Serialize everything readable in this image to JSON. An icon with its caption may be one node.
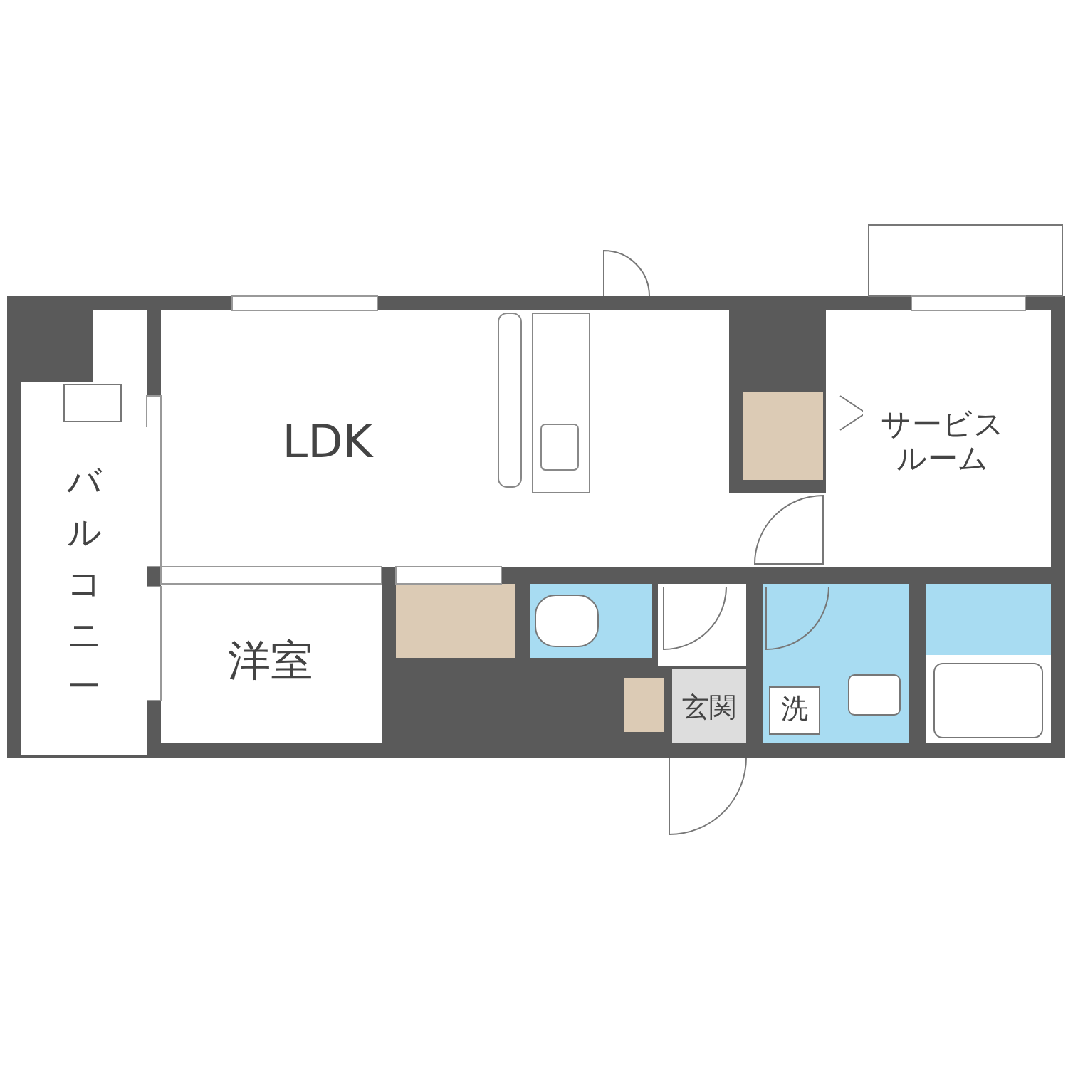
{
  "diagram": {
    "nodes": [
      {
        "text": [
          "バルコニー"
        ]
      },
      {
        "text": [
          "LDK"
        ]
      },
      {
        "text": [
          "サービスルーム"
        ]
      },
      {
        "text": [
          "洋室"
        ]
      },
      {
        "text": [
          "玄関"
        ]
      },
      {
        "text": [
          "洗"
        ]
      }
    ]
  }
}
